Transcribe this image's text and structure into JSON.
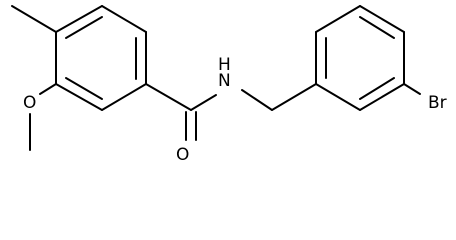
{
  "structure": {
    "atoms": {
      "oxygen_methoxy": "O",
      "nitrogen_amide": "N",
      "hydrogen_amide": "H",
      "oxygen_carbonyl": "O",
      "bromine": "Br"
    },
    "colors": {
      "bond": "#000000",
      "label": "#000000",
      "background": "#ffffff"
    }
  }
}
